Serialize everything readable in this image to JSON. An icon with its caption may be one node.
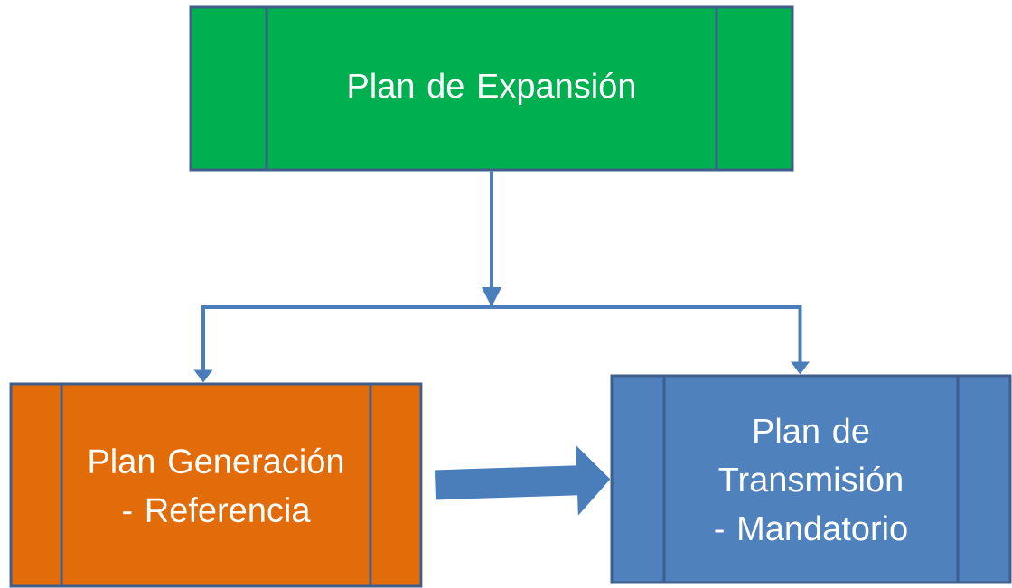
{
  "diagram": {
    "nodes": [
      {
        "text": [
          "Plan de Expansión"
        ]
      },
      {
        "text": [
          "Plan Generación - Referencia"
        ]
      },
      {
        "text": [
          "Plan de Transmisión - Mandatorio"
        ]
      }
    ],
    "edges": [
      {
        "from": 0,
        "to": 1,
        "arrow": "to"
      },
      {
        "from": 0,
        "to": 2,
        "arrow": "to"
      },
      {
        "from": 1,
        "to": 2,
        "arrow": "to",
        "style": "thick"
      }
    ]
  }
}
